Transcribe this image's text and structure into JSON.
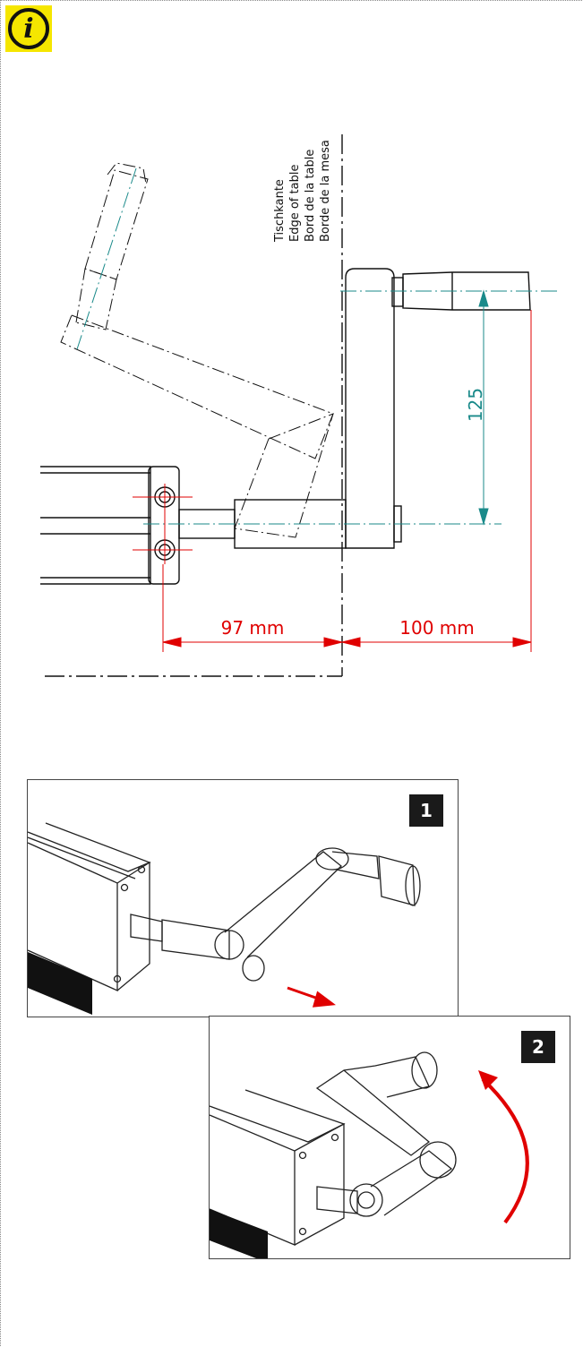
{
  "info_icon": {
    "name": "info-icon",
    "glyph": "i",
    "color": "#f5e600"
  },
  "edge_labels": [
    "Tischkante",
    "Edge of table",
    "Bord de la table",
    "Borde de la mesa"
  ],
  "dimensions": {
    "left_width": "97 mm",
    "right_width": "100 mm",
    "crank_radius": "125"
  },
  "colors": {
    "dim_red": "#e00000",
    "dim_teal": "#1a8a8a",
    "line": "#111111"
  },
  "steps": [
    {
      "number": "1"
    },
    {
      "number": "2"
    }
  ]
}
